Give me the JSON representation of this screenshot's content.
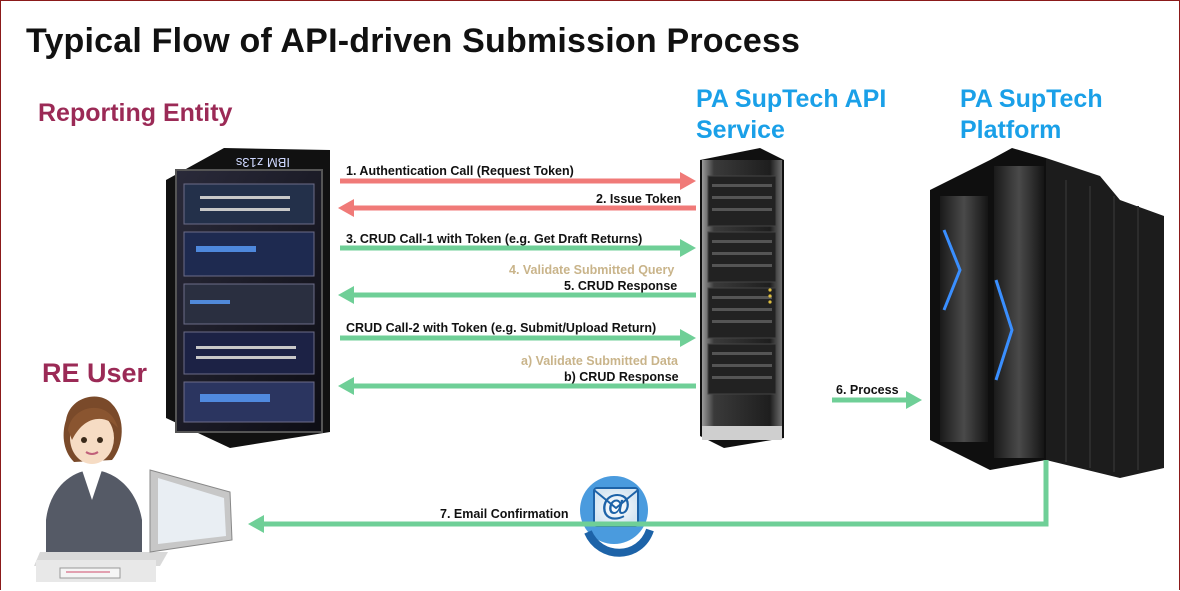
{
  "title": "Typical Flow of API-driven Submission Process",
  "actors": {
    "reporting_entity": "Reporting Entity",
    "re_user": "RE User",
    "api_service": "PA SupTech API\nService",
    "platform": "PA SupTech\nPlatform"
  },
  "server_brand": "IBM z13s",
  "messages": {
    "m1": "1. Authentication Call (Request Token)",
    "m2": "2. Issue Token",
    "m3": "3. CRUD Call-1 with Token (e.g. Get Draft Returns)",
    "m4": "4. Validate Submitted Query",
    "m5": "5. CRUD Response",
    "m6": "CRUD Call-2 with Token (e.g. Submit/Upload Return)",
    "m7": "a) Validate Submitted Data",
    "m8": "b) CRUD Response",
    "m9": "6. Process",
    "m10": "7. Email Confirmation"
  },
  "colors": {
    "auth_arrow": "#f07a78",
    "data_arrow": "#6fcf97",
    "validate_text": "#c9b48a",
    "entity_label": "#9b2a56",
    "api_label": "#1aa0e8"
  }
}
